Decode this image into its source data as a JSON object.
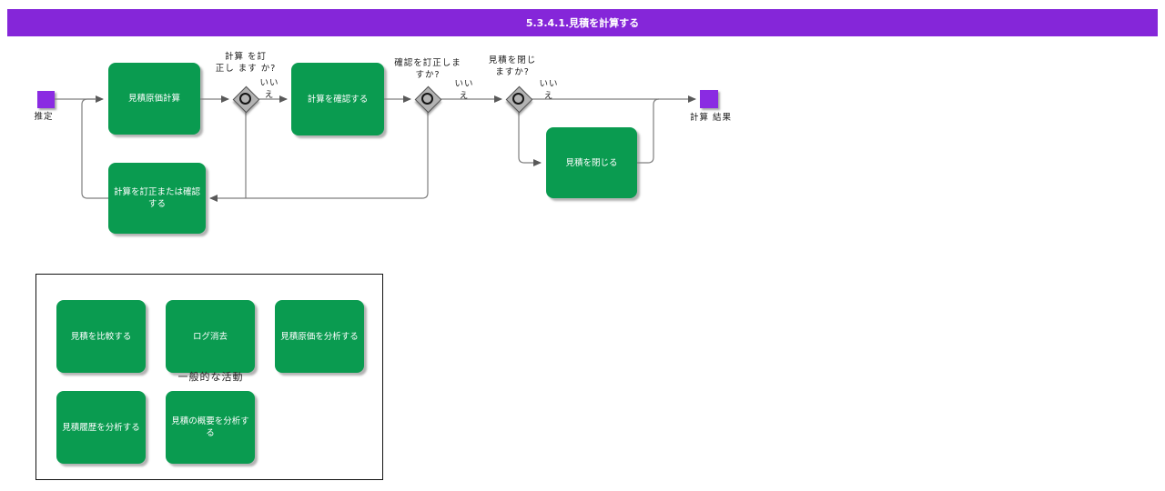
{
  "header": {
    "title": "5.3.4.1.見積を計算する",
    "bg_color": "#8526d9"
  },
  "colors": {
    "task_green": "#0a9b50",
    "event_purple": "#8a2be2",
    "gateway_gray": "#b3b3b3",
    "connector_gray": "#7f7f7f",
    "task_text": "#ffffff"
  },
  "flow": {
    "start_event": {
      "label": "推定"
    },
    "end_event": {
      "label": "計算 結果"
    },
    "tasks": [
      {
        "label": "見積原価計算"
      },
      {
        "label": "計算を確認する"
      },
      {
        "label": "見積を閉じる"
      },
      {
        "label": "計算を訂正または確認する"
      }
    ],
    "gateways": [
      {
        "question_l1": "計算 を訂",
        "question_l2": "正し ます か?",
        "no_l1": "いい",
        "no_l2": "え"
      },
      {
        "question_l1": "確認を訂正しま",
        "question_l2": "すか?",
        "no_l1": "いい",
        "no_l2": "え"
      },
      {
        "question_l1": "見積を閉じ",
        "question_l2": "ますか?",
        "no_l1": "いい",
        "no_l2": "え"
      }
    ]
  },
  "legend": {
    "caption": "一般的な活動",
    "items": [
      {
        "label": "見積を比較する"
      },
      {
        "label": "ログ消去"
      },
      {
        "label": "見積原価を分析する"
      },
      {
        "label": "見積履歴を分析する"
      },
      {
        "label": "見積の概要を分析する"
      }
    ]
  }
}
